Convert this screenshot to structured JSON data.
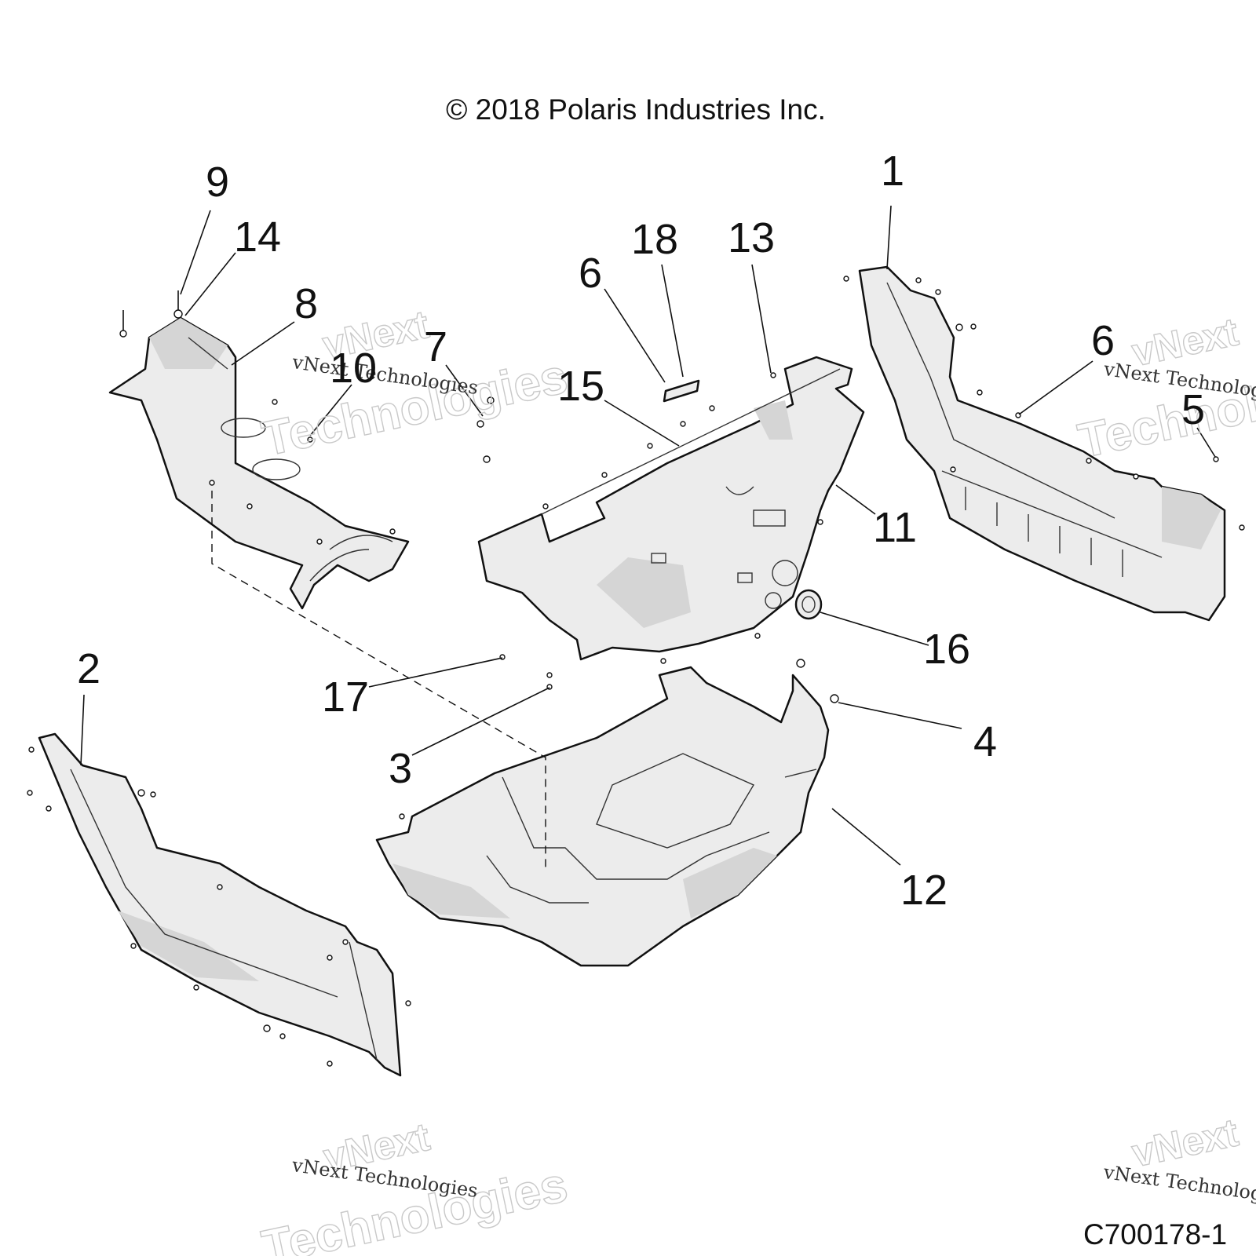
{
  "diagram": {
    "copyright": "© 2018 Polaris Industries Inc.",
    "drawing_code": "C700178-1",
    "watermark": {
      "brand": "vNext",
      "name": "Technologies",
      "line": "vNext Technologies"
    },
    "callouts": {
      "c1": "1",
      "c2": "2",
      "c3": "3",
      "c4": "4",
      "c5": "5",
      "c6a": "6",
      "c6b": "6",
      "c7": "7",
      "c8": "8",
      "c9": "9",
      "c10": "10",
      "c11": "11",
      "c12": "12",
      "c13": "13",
      "c14": "14",
      "c15": "15",
      "c16": "16",
      "c17": "17",
      "c18": "18"
    }
  }
}
